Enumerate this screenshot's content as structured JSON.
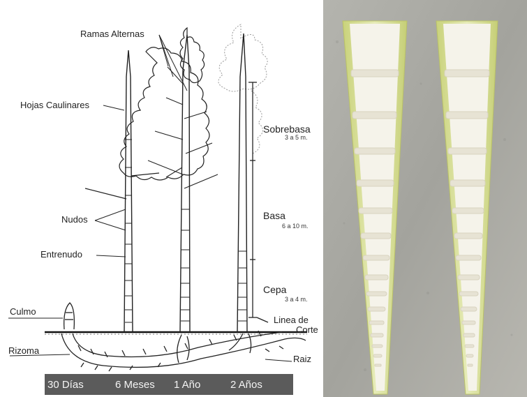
{
  "diagram": {
    "labels": {
      "ramas_alternas": "Ramas Alternas",
      "hojas_caulinares": "Hojas Caulinares",
      "nudos": "Nudos",
      "entrenudo": "Entrenudo",
      "culmo": "Culmo",
      "rizoma": "Rizoma",
      "sobrebasa": "Sobrebasa",
      "sobrebasa_size": "3 a 5 m.",
      "basa": "Basa",
      "basa_size": "6 a 10 m.",
      "cepa": "Cepa",
      "cepa_size": "3 a 4 m.",
      "linea_de": "Linea de",
      "corte": "Corte",
      "raiz": "Raiz"
    },
    "timeline": [
      "30 Días",
      "6 Meses",
      "1 Año",
      "2 Años"
    ]
  },
  "photo": {
    "subject": "split bamboo culm sections"
  },
  "colors": {
    "timeline_bg": "#5b5b5b",
    "timeline_text": "#f4f4f4",
    "ink": "#222222",
    "concrete": "#a9a9a4",
    "bamboo_wall": "#d7df9a",
    "bamboo_inside": "#f3f1e8"
  }
}
